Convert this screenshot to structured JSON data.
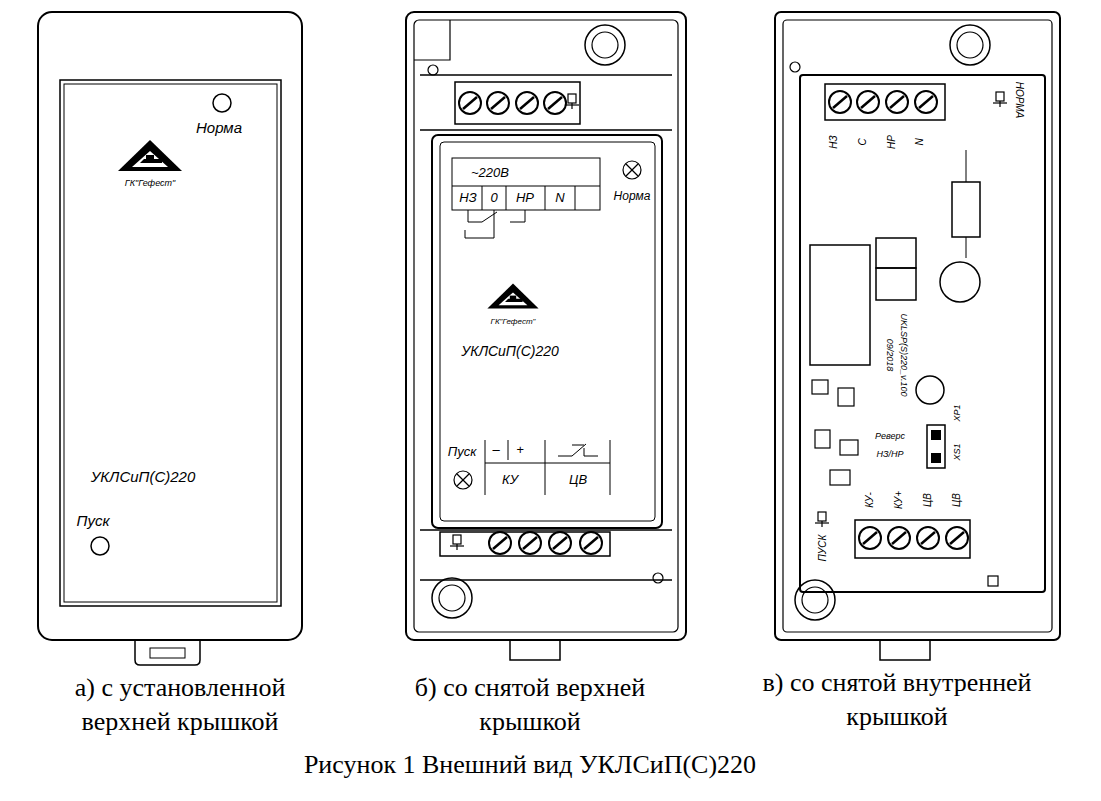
{
  "diagram": {
    "caption": "Рисунок 1 Внешний вид УКЛСиП(С)220",
    "nodes": [
      {
        "text": [
          "а) с установленной верхней крышкой",
          "Норма",
          "ГК\"Гефест\"",
          "УКЛСиП(С)220",
          "Пуск"
        ]
      },
      {
        "text": [
          "б) со снятой верхней крышкой"
        ]
      },
      {
        "text": [
          "~220В",
          "НЗ",
          "0",
          "НР",
          "N",
          "Норма",
          "ГК\"Гефест\"",
          "УКЛСиП(С)220",
          "Пуск",
          "–",
          "+",
          "КУ",
          "ЦВ"
        ],
        "in": 1
      },
      {
        "text": [
          "в) со снятой внутренней крышкой"
        ]
      },
      {
        "text": [
          "НЗ",
          "С",
          "НР",
          "N",
          "НОРМА",
          "UKLSP(S)220_v.100",
          "09/2018",
          "XP1",
          "Реверс",
          "НЗ/НР",
          "XS1",
          "КУ-",
          "КУ+",
          "ЦВ",
          "ЦВ",
          "ПУСК"
        ],
        "in": 3
      }
    ]
  }
}
